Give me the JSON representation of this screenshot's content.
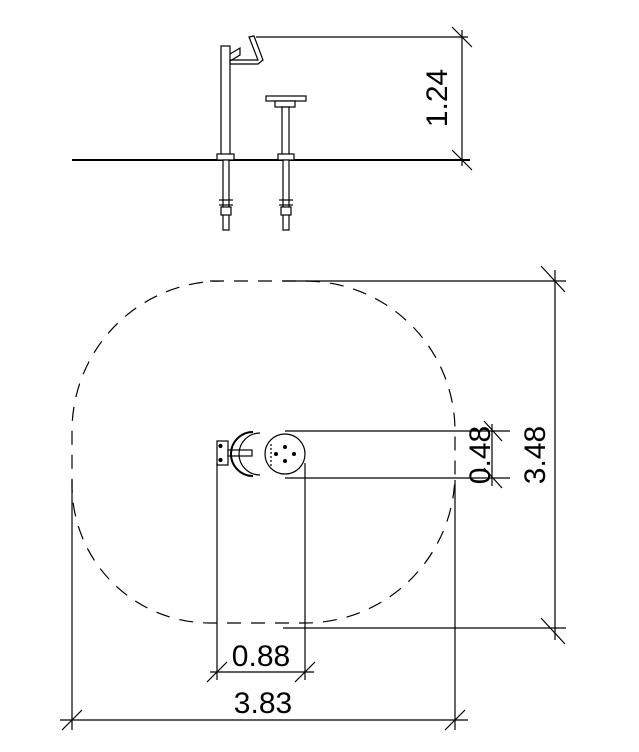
{
  "drawing": {
    "line_color": "#000000",
    "background": "#ffffff",
    "elevation_view": {
      "height_dimension": "1.24"
    },
    "plan_view": {
      "seat_diameter_dimension": "0.48",
      "overall_depth_dimension": "3.48",
      "equipment_width_dimension": "0.88",
      "overall_width_dimension": "3.83"
    }
  }
}
